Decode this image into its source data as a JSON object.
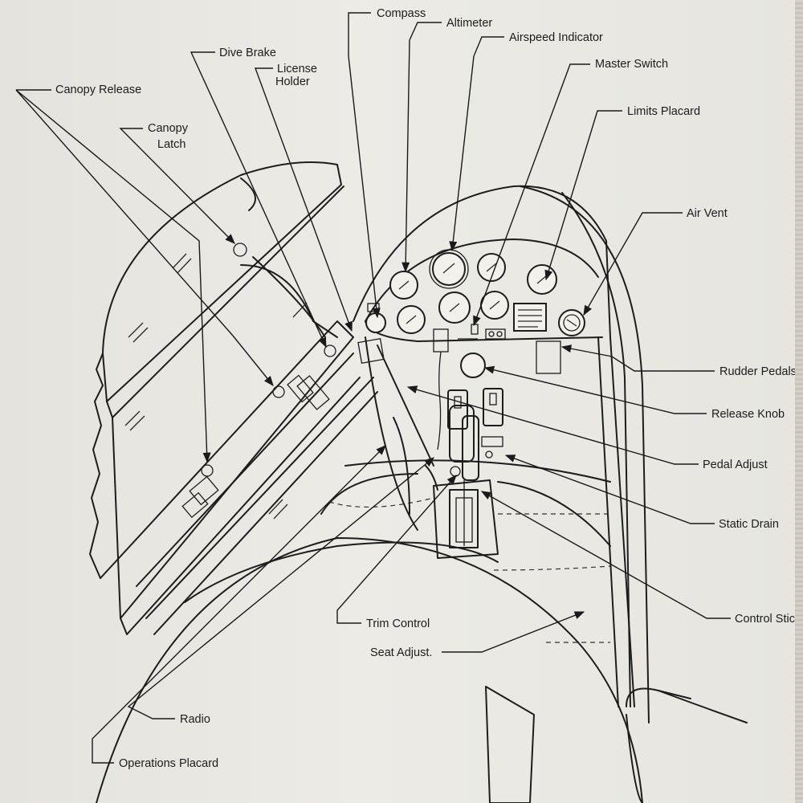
{
  "labels": {
    "compass": "Compass",
    "altimeter": "Altimeter",
    "airspeed_indicator": "Airspeed Indicator",
    "master_switch": "Master Switch",
    "limits_placard": "Limits Placard",
    "air_vent": "Air Vent",
    "dive_brake": "Dive Brake",
    "license_holder_line1": "License",
    "license_holder_line2": "Holder",
    "canopy_release": "Canopy Release",
    "canopy_latch_line1": "Canopy",
    "canopy_latch_line2": "Latch",
    "rudder_pedals": "Rudder Pedals",
    "release_knob": "Release Knob",
    "pedal_adjust": "Pedal Adjust",
    "static_drain": "Static Drain",
    "control_stick": "Control Stick",
    "trim_control": "Trim Control",
    "seat_adjust": "Seat Adjust.",
    "radio": "Radio",
    "operations_placard": "Operations Placard"
  }
}
